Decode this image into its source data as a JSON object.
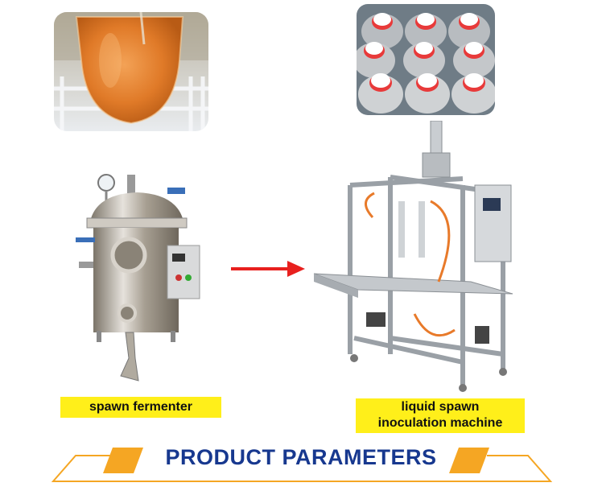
{
  "labels": {
    "fermenter": "spawn fermenter",
    "inoculation_line1": "liquid spawn",
    "inoculation_line2": "inoculation machine"
  },
  "banner": {
    "title": "PRODUCT PARAMETERS"
  },
  "colors": {
    "label_bg": "#ffef1a",
    "banner_text": "#17388f",
    "banner_accent": "#f5a623",
    "arrow": "#e8201e"
  },
  "icons": {
    "arrow": "right-arrow-icon"
  }
}
